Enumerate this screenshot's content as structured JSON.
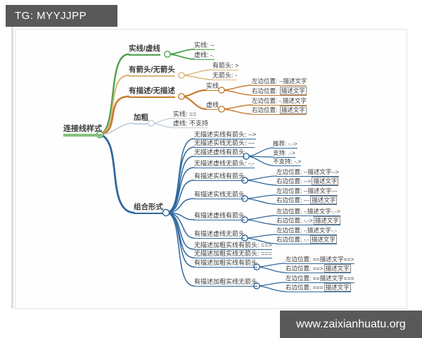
{
  "header": {
    "tag": "TG: MYYJJPP"
  },
  "footer": {
    "site": "www.zaixianhuatu.org"
  },
  "colors": {
    "green": "#4da14d",
    "tan": "#dcb67e",
    "orange": "#c87b2e",
    "lightblue": "#c4cfdd",
    "blue": "#2f689c",
    "root_bar": "#85c17a",
    "watermark_bg": "#595959"
  },
  "mindmap": {
    "root": "连接线样式",
    "b1": {
      "label": "实线/虚线",
      "c1": "实线: --",
      "c2": "虚线: -."
    },
    "b2": {
      "label": "有箭头/无箭头",
      "c1": "有箭头: >",
      "c2": "无箭头: -"
    },
    "b3": {
      "label": "有描述/无描述",
      "solid": {
        "label": "实线",
        "left": "左边位置: --描述文字",
        "right_prefix": "右边位置: ",
        "right_boxed": "描述文字"
      },
      "dashed": {
        "label": "虚线",
        "left": "左边位置: -.描述文字",
        "right_prefix": "右边位置: ",
        "right_boxed": "描述文字"
      }
    },
    "b4": {
      "label": "加粗",
      "c1": "实线: ==",
      "c2": "虚线: 不支持"
    },
    "b5": {
      "label": "组合形式",
      "r1": "无描述实线有箭头: -->",
      "r2": "无描述实线无箭头: ---",
      "r3": {
        "label": "无描述虚线有箭头",
        "c1": "推荐: -.->",
        "c2": "支持: .->",
        "c3": "不支持: -.>"
      },
      "r4": "无描述虚线无箭头: -.-",
      "r5": {
        "label": "有描述实线有箭头",
        "left": "左边位置: --描述文字-->",
        "right_prefix": "右边位置: -->",
        "right_boxed": "描述文字"
      },
      "r6": {
        "label": "有描述实线无箭头",
        "left": "左边位置: --描述文字---",
        "right_prefix": "右边位置: ---",
        "right_boxed": "描述文字"
      },
      "r7": {
        "label": "有描述虚线有箭头",
        "left": "左边位置: -.描述文字-.->",
        "right_prefix": "右边位置: -.->",
        "right_boxed": "描述文字"
      },
      "r8": {
        "label": "有描述虚线无箭头",
        "left": "左边位置: -.描述文字-.-",
        "right_prefix": "右边位置: -.-",
        "right_boxed": "描述文字"
      },
      "r9": "无描述加粗实线有箭头: ==>",
      "r10": "无描述加粗实线无箭头: ===",
      "r11": {
        "label": "有描述加粗实线有箭头",
        "left": "左边位置: ==描述文字==>",
        "right_prefix": "右边位置: ==>",
        "right_boxed": "描述文字"
      },
      "r12": {
        "label": "有描述加粗实线无箭头",
        "left": "左边位置: ==描述文字===",
        "right_prefix": "右边位置: ===",
        "right_boxed": "描述文字"
      }
    }
  }
}
